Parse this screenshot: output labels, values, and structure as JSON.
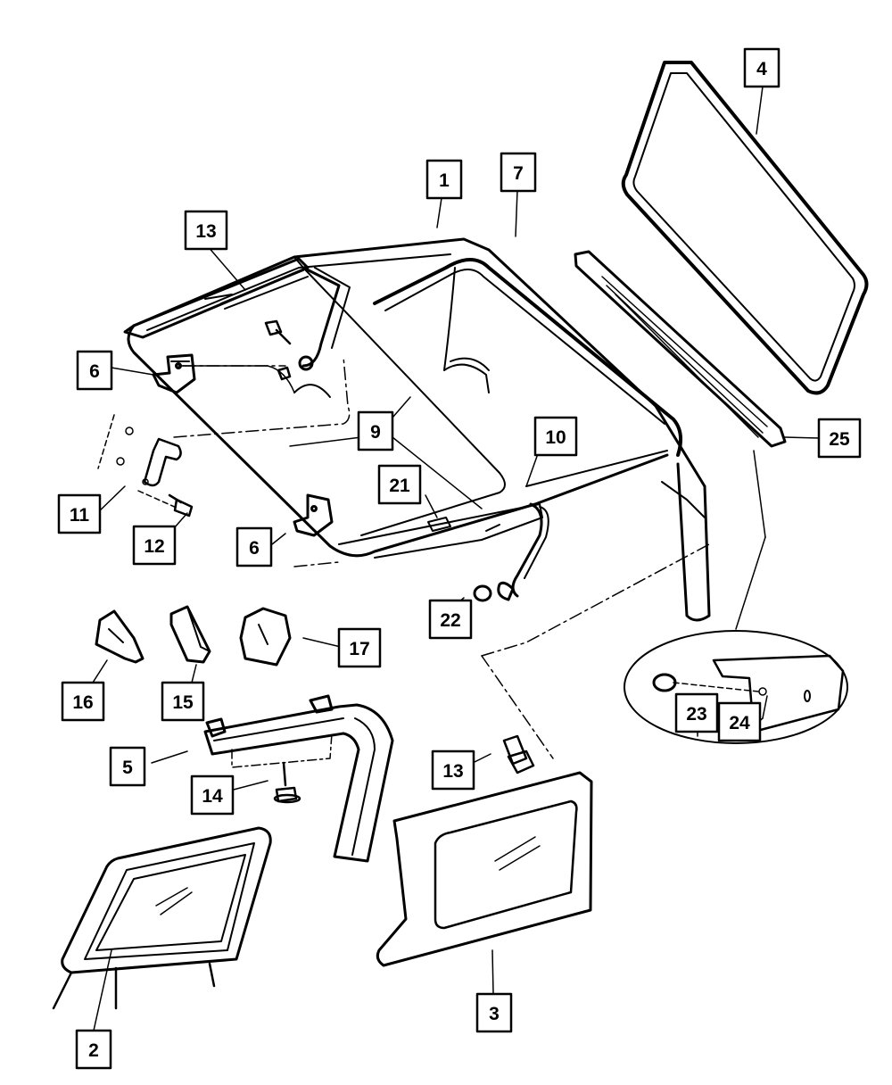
{
  "diagram": {
    "callouts": [
      {
        "id": "c1",
        "label": "1"
      },
      {
        "id": "c2",
        "label": "2"
      },
      {
        "id": "c3",
        "label": "3"
      },
      {
        "id": "c4",
        "label": "4"
      },
      {
        "id": "c5",
        "label": "5"
      },
      {
        "id": "c6a",
        "label": "6"
      },
      {
        "id": "c6b",
        "label": "6"
      },
      {
        "id": "c7",
        "label": "7"
      },
      {
        "id": "c9",
        "label": "9"
      },
      {
        "id": "c10",
        "label": "10"
      },
      {
        "id": "c11",
        "label": "11"
      },
      {
        "id": "c12",
        "label": "12"
      },
      {
        "id": "c13a",
        "label": "13"
      },
      {
        "id": "c13b",
        "label": "13"
      },
      {
        "id": "c14",
        "label": "14"
      },
      {
        "id": "c15",
        "label": "15"
      },
      {
        "id": "c16",
        "label": "16"
      },
      {
        "id": "c17",
        "label": "17"
      },
      {
        "id": "c21",
        "label": "21"
      },
      {
        "id": "c22",
        "label": "22"
      },
      {
        "id": "c23",
        "label": "23"
      },
      {
        "id": "c24",
        "label": "24"
      },
      {
        "id": "c25",
        "label": "25"
      }
    ]
  }
}
